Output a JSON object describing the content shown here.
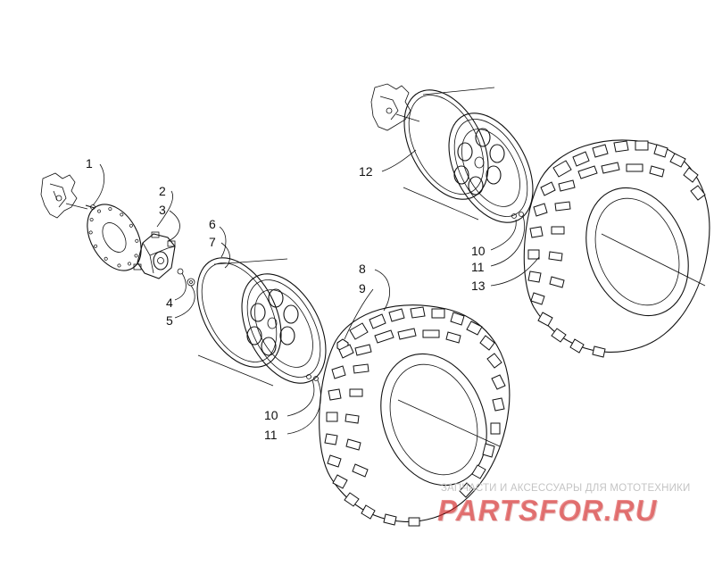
{
  "callouts": [
    {
      "id": "c1",
      "label": "1"
    },
    {
      "id": "c2",
      "label": "2"
    },
    {
      "id": "c3",
      "label": "3"
    },
    {
      "id": "c4",
      "label": "4"
    },
    {
      "id": "c5",
      "label": "5"
    },
    {
      "id": "c6",
      "label": "6"
    },
    {
      "id": "c7",
      "label": "7"
    },
    {
      "id": "c8",
      "label": "8"
    },
    {
      "id": "c9",
      "label": "9"
    },
    {
      "id": "c10a",
      "label": "10"
    },
    {
      "id": "c11a",
      "label": "11"
    },
    {
      "id": "c12",
      "label": "12"
    },
    {
      "id": "c10b",
      "label": "10"
    },
    {
      "id": "c11b",
      "label": "11"
    },
    {
      "id": "c13",
      "label": "13"
    }
  ],
  "watermark": {
    "tagline": "ЗАПЧАСТИ И АКСЕССУАРЫ ДЛЯ МОТОТЕХНИКИ",
    "logo": "PARTSFOR.RU"
  }
}
